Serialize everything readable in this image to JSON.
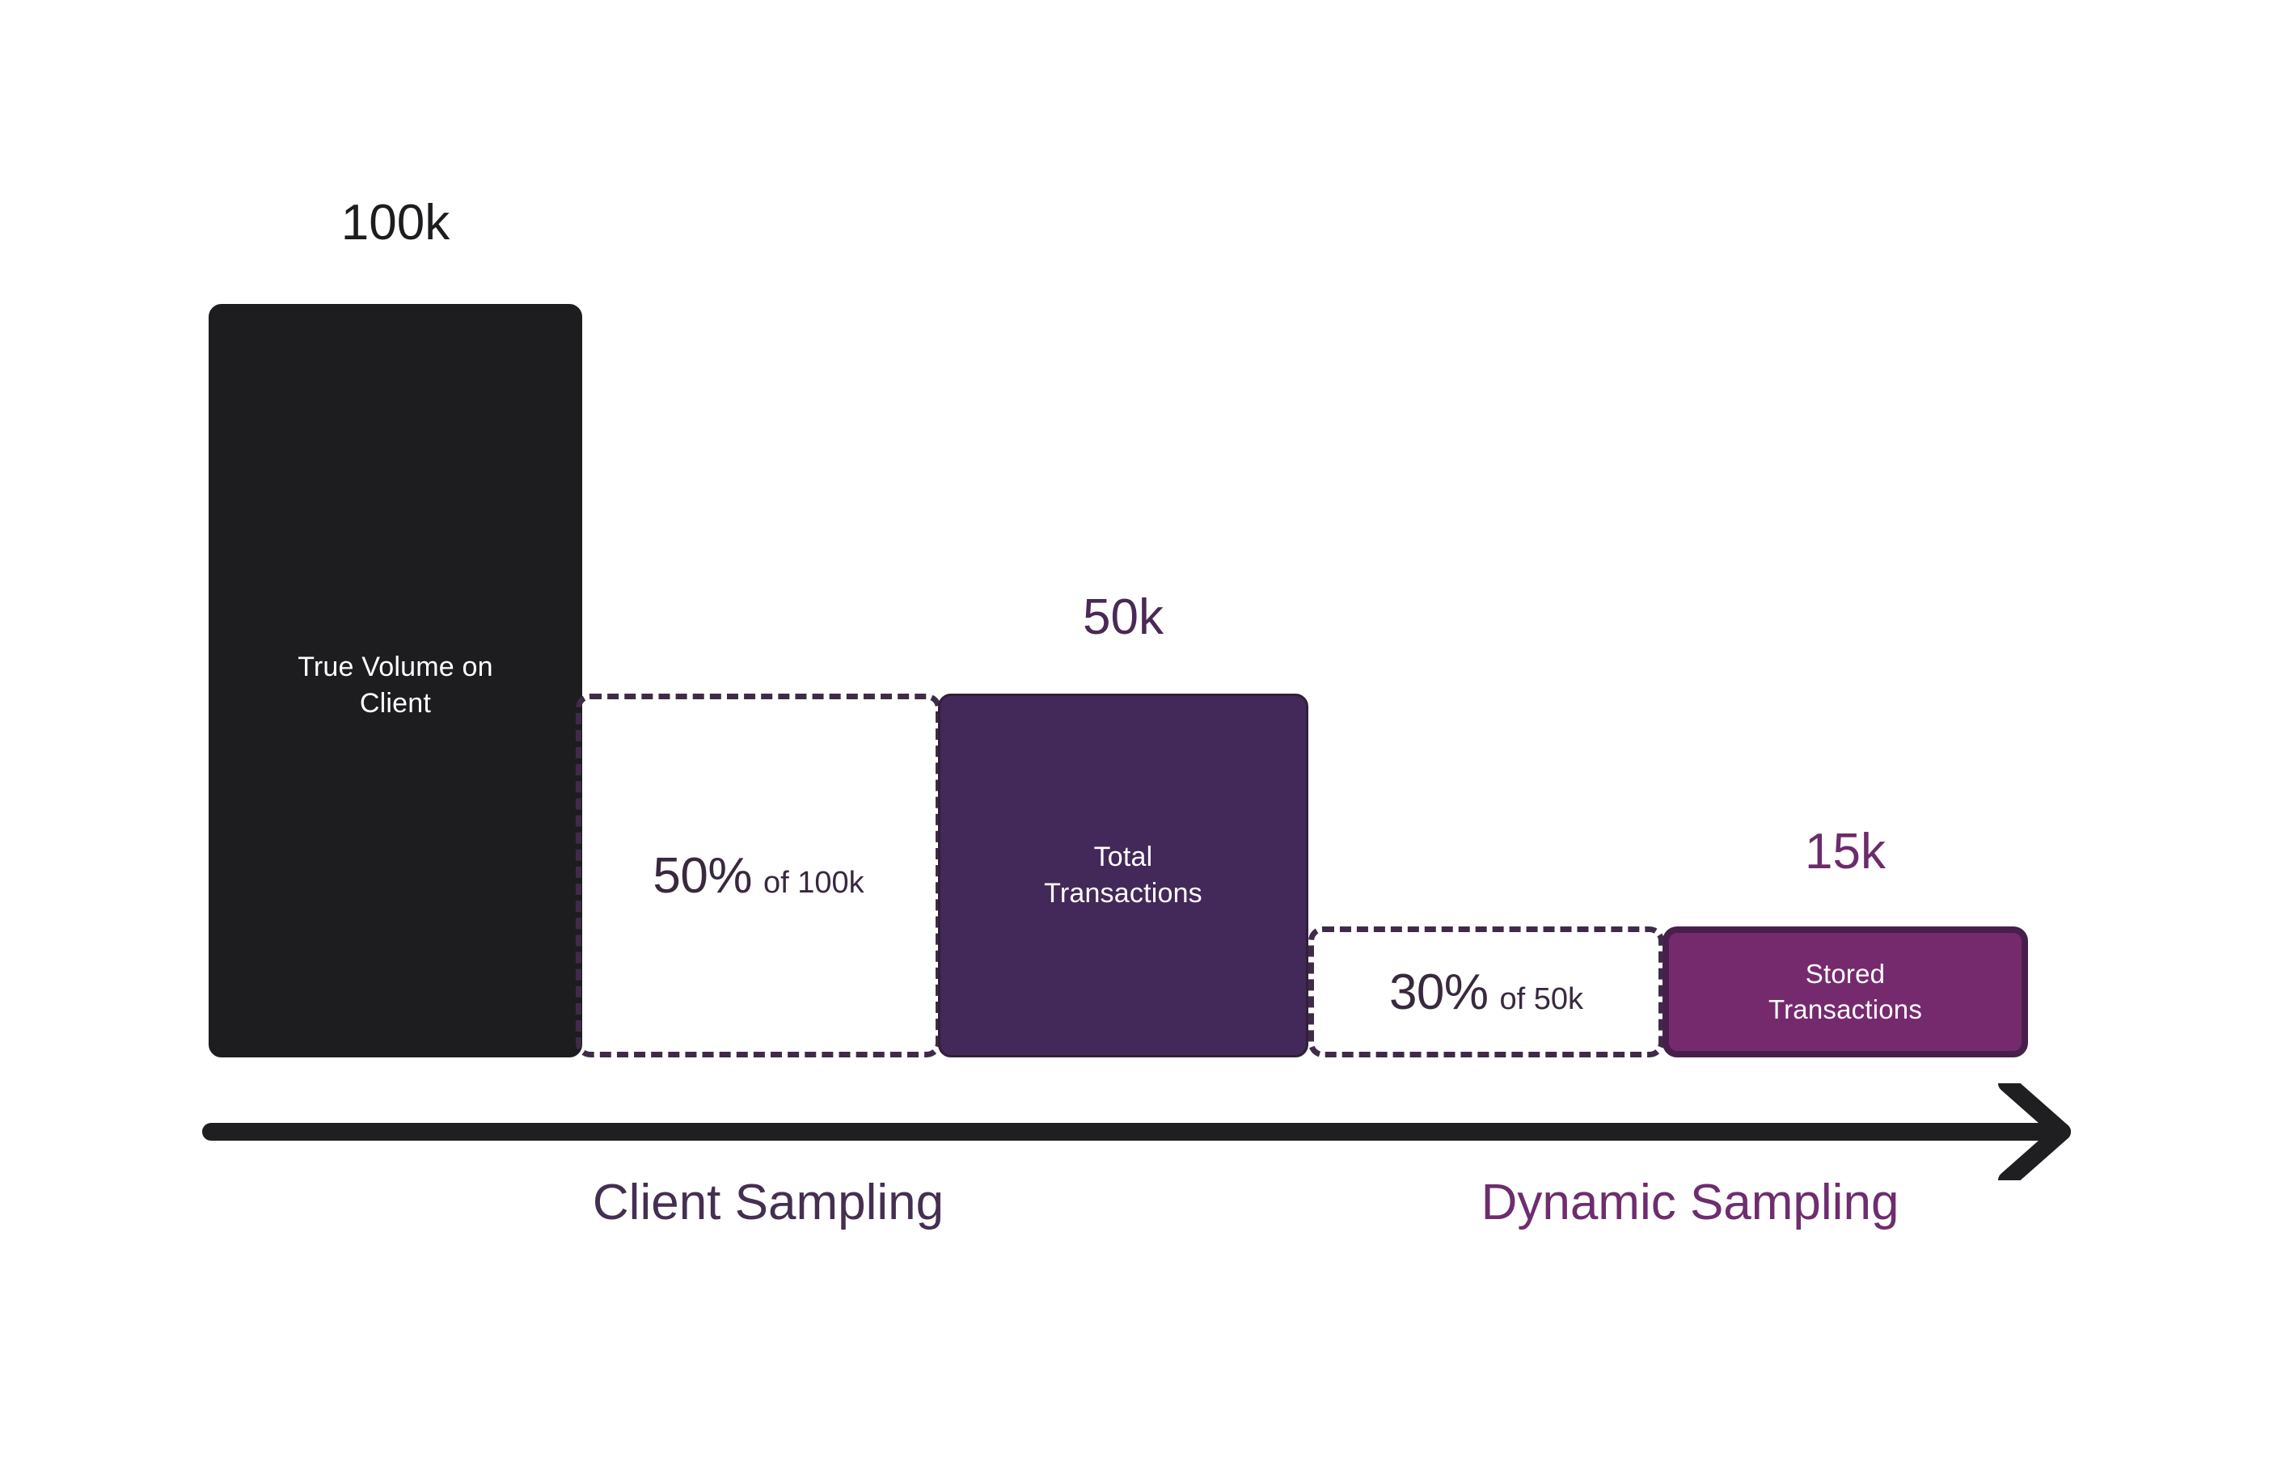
{
  "chart_data": {
    "type": "bar",
    "title": "",
    "subtitle": "",
    "xlabel": "",
    "ylabel": "",
    "categories": [
      "True Volume on Client",
      "Total Transactions",
      "Stored Transactions"
    ],
    "values": [
      100000,
      50000,
      15000
    ],
    "value_labels": [
      "100k",
      "50k",
      "15k"
    ],
    "grid": false,
    "legend": "none",
    "stages": [
      {
        "name": "Client Sampling",
        "rate_big": "50%",
        "rate_small": "of 100k",
        "input": 100000,
        "output": 50000
      },
      {
        "name": "Dynamic Sampling",
        "rate_big": "30%",
        "rate_small": "of 50k",
        "input": 50000,
        "output": 15000
      }
    ],
    "axis_direction": "left-to-right"
  },
  "bars": {
    "true_volume": {
      "value_label": "100k",
      "body_label": "True Volume on\nClient",
      "fill": "#1D1D20",
      "text_color": "#FFFFFF"
    },
    "total_transactions": {
      "value_label": "50k",
      "body_label": "Total\nTransactions",
      "fill": "#43285A",
      "text_color": "#FFFFFF"
    },
    "stored_transactions": {
      "value_label": "15k",
      "body_label": "Stored\nTransactions",
      "fill": "#762A6E",
      "text_color": "#FFFFFF"
    }
  },
  "reductions": {
    "client": {
      "percent": "50%",
      "of_text": "of 100k",
      "border_color": "#3F2B49"
    },
    "dynamic": {
      "percent": "30%",
      "of_text": "of 50k",
      "border_color": "#3F2B49"
    }
  },
  "axis": {
    "arrow_icon": "arrow-right-icon",
    "color": "#1F1F22"
  },
  "stage_labels": {
    "client": "Client Sampling",
    "dynamic": "Dynamic Sampling"
  },
  "colors": {
    "background": "#FFFFFF",
    "black": "#1D1D20",
    "deep_purple": "#43285A",
    "magenta_purple": "#762A6E",
    "dashed_border": "#3F2B49",
    "label_dark": "#39293F",
    "label_client_sampling": "#452F51",
    "label_dynamic_sampling": "#6E2D6E"
  }
}
